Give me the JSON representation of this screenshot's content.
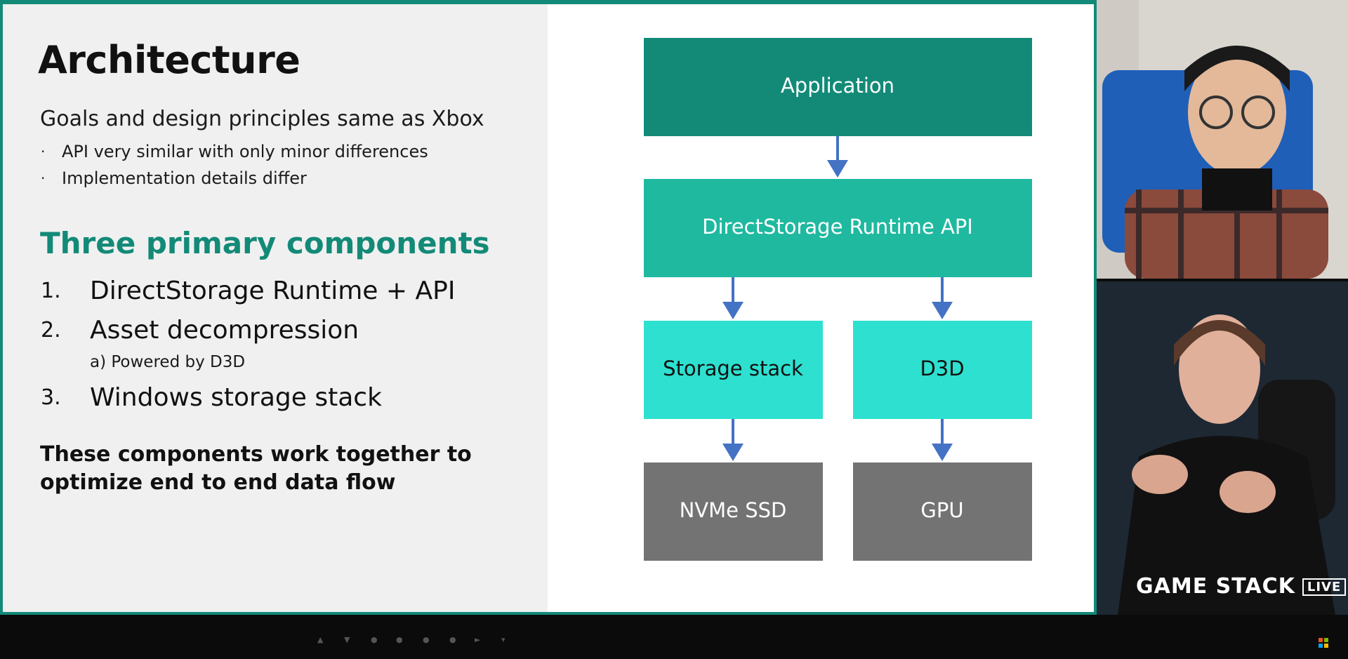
{
  "slide": {
    "title": "Architecture",
    "goals": "Goals and design principles same as Xbox",
    "bullets": [
      "API very similar with only minor differences",
      "Implementation details differ"
    ],
    "subhead": "Three primary components",
    "components": [
      {
        "num": "1.",
        "label": "DirectStorage Runtime + API"
      },
      {
        "num": "2.",
        "label": "Asset decompression",
        "sub": "a) Powered by D3D"
      },
      {
        "num": "3.",
        "label": "Windows storage stack"
      }
    ],
    "note": "These components work together to optimize end to end data flow"
  },
  "diagram": {
    "boxes": {
      "application": "Application",
      "runtime_api": "DirectStorage Runtime API",
      "storage_stack": "Storage stack",
      "d3d": "D3D",
      "nvme": "NVMe SSD",
      "gpu": "GPU"
    },
    "colors": {
      "application": "#138a78",
      "runtime_api": "#1fb9a0",
      "storage_stack": "#2ee0cf",
      "d3d": "#2ee0cf",
      "nvme": "#737373",
      "gpu": "#737373",
      "arrow": "#4472c4"
    }
  },
  "overlay": {
    "brand": "GAME STACK",
    "badge": "LIVE"
  }
}
